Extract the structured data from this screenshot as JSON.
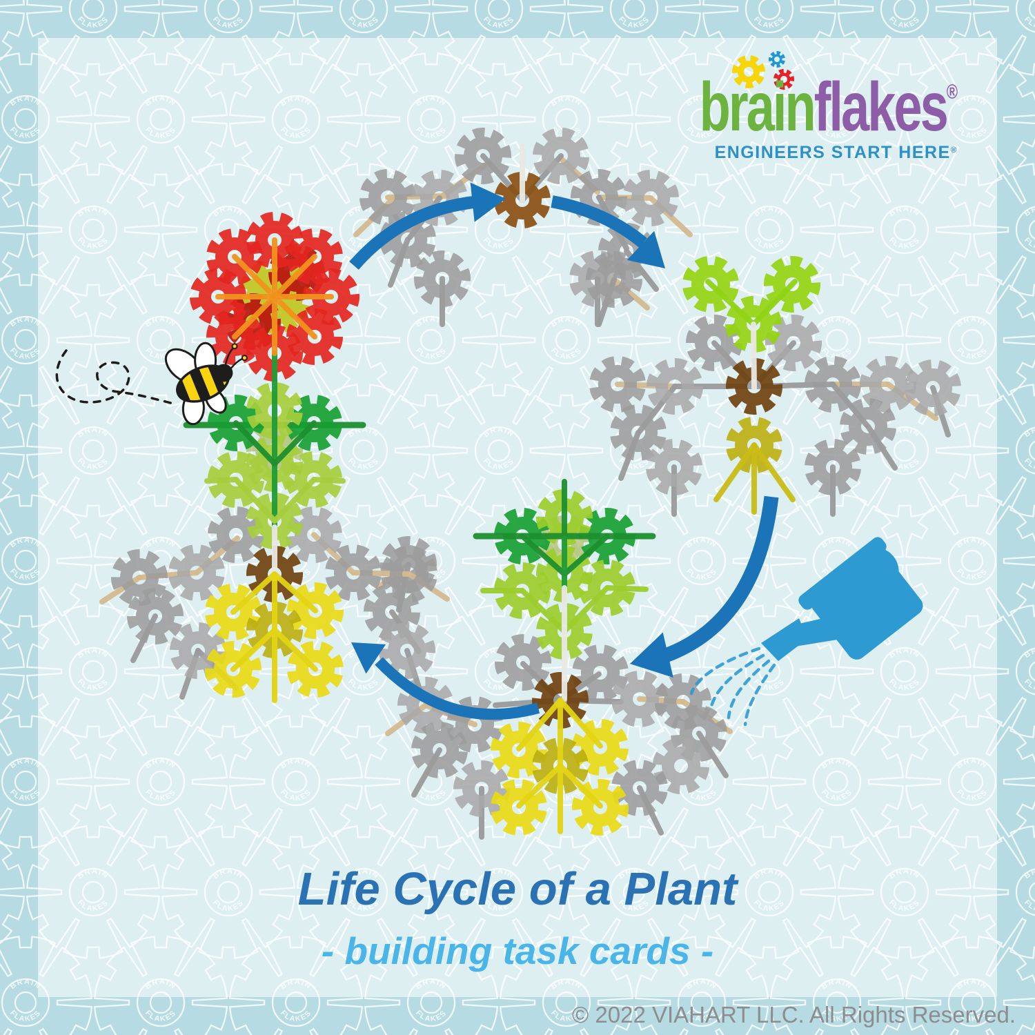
{
  "background": {
    "border_color": "#b6dbe2",
    "panel_overlay": "rgba(255,255,255,0.55)",
    "watermark": {
      "line1": "BRAIN",
      "line2": "FLAKES",
      "stroke": "#ffffff"
    }
  },
  "logo": {
    "brand_first": "brain",
    "brand_second": "flakes",
    "registered_mark": "®",
    "tagline": "ENGINEERS START HERE",
    "tagline_mark": "®",
    "colors": {
      "brand_first": "#6db33f",
      "brand_second": "#8d5da7",
      "tagline": "#2d90c7",
      "gear_yellow": "#f6d60b",
      "gear_blue": "#2196d3",
      "gear_red": "#e62226"
    }
  },
  "title": {
    "text": "Life Cycle of a Plant",
    "color": "#2a72b4"
  },
  "subtitle": {
    "text": "- building task cards -",
    "color": "#49b5e8"
  },
  "footer": {
    "copyright": "© 2022 VIAHART LLC. All Rights Reserved.",
    "color": "#8b8d8e"
  },
  "diagram": {
    "cycle_stages": [
      {
        "id": "seed",
        "icon": "seed-in-soil-model"
      },
      {
        "id": "germination",
        "icon": "sprouting-seed-model"
      },
      {
        "id": "young-plant",
        "icon": "young-plant-model"
      },
      {
        "id": "flowering-plant",
        "icon": "flowering-plant-model"
      }
    ],
    "decorations": [
      "cycle-arrow",
      "watering-can-icon",
      "bee-icon",
      "bee-flight-path"
    ],
    "palette": {
      "gray": "#9c9c9c",
      "grayL": "#a9a9a9",
      "brown": "#8a5014",
      "brown2": "#6f4210",
      "red": "#e4261f",
      "redD": "#b8150f",
      "fcenter": "#c0c61f",
      "dgreen": "#17a032",
      "lime": "#9ccd2d",
      "limeP": "#a6ce3c",
      "limeB": "#94d411",
      "yellow": "#e8da16",
      "yolive": "#bcb013",
      "tan": "#d4b98e",
      "sg": "#9a9a9a",
      "wht": "#e9e9e4",
      "os": "#f0921e",
      "gs": "#229b36",
      "dgs": "#1d8f2e",
      "ls": "#9ccd2d",
      "ls2": "#a6ce3c",
      "limeBs": "#90d315",
      "ys": "#c9bd15",
      "ys2": "#e3d414",
      "arrow": "#1b74b8",
      "watering_can": "#2d9ad2",
      "bee_yellow": "#f8d411",
      "bee_black": "#1d1d1b",
      "shadow_olive": "#93a31f"
    }
  }
}
